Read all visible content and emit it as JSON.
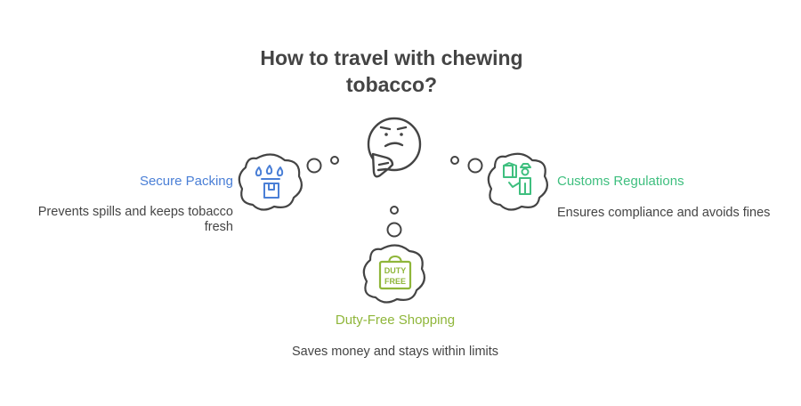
{
  "title": "How to travel with chewing tobacco?",
  "colors": {
    "secure_packing": "#4a7fd6",
    "customs_regulations": "#3fbf7f",
    "duty_free": "#8fb63a",
    "outline": "#444444"
  },
  "icons": {
    "center": "thinking-face-icon",
    "secure_packing": "rain-package-icon",
    "customs_regulations": "customs-officer-icon",
    "duty_free": "duty-free-bag-icon"
  },
  "items": {
    "secure_packing": {
      "label": "Secure Packing",
      "description": "Prevents spills and keeps tobacco fresh"
    },
    "customs_regulations": {
      "label": "Customs Regulations",
      "description": "Ensures compliance and avoids fines"
    },
    "duty_free": {
      "label": "Duty-Free Shopping",
      "description": "Saves money and stays within limits",
      "bag_text": [
        "DUTY",
        "FREE"
      ]
    }
  }
}
